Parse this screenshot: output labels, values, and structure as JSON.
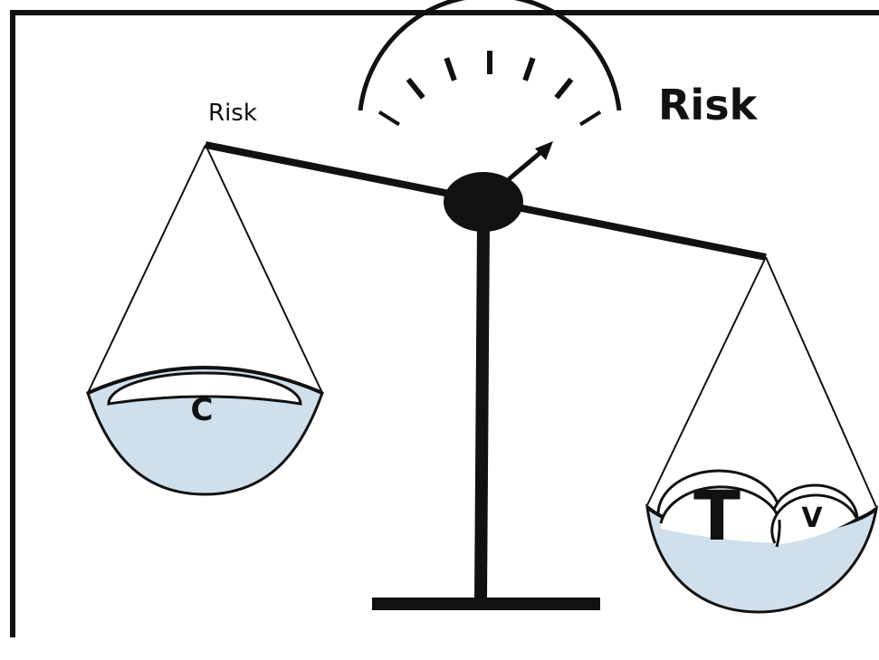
{
  "labels": {
    "left_risk": "Risk",
    "right_risk": "Risk",
    "left_weight": "C",
    "right_weight_large": "T",
    "right_weight_small": "V"
  },
  "colors": {
    "ink": "#111111",
    "pan_fill": "#cfe0ec",
    "background": "#ffffff"
  },
  "gauge": {
    "ticks": 7
  }
}
